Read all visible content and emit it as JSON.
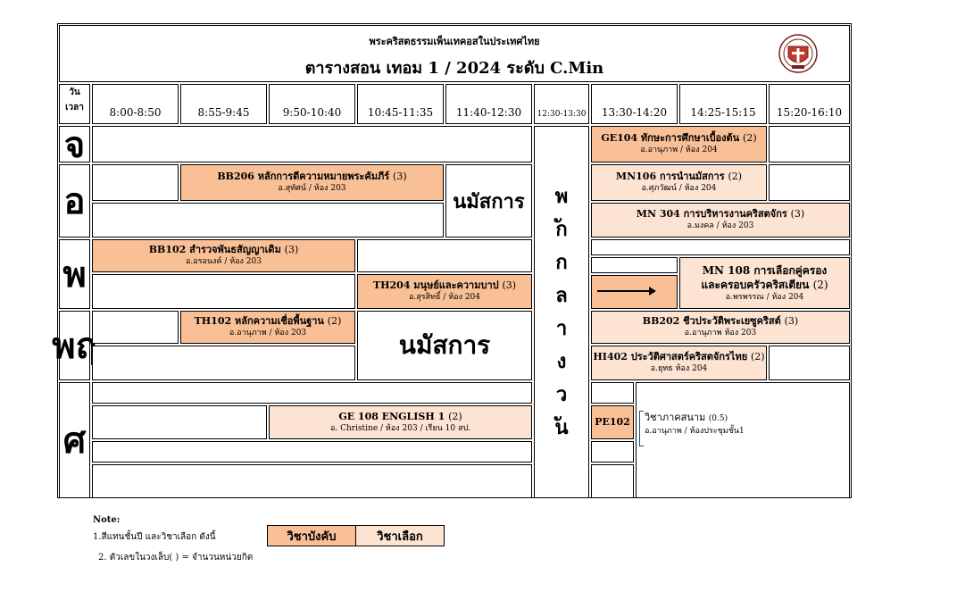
{
  "header": {
    "org": "พระคริสตธรรมเพ็นเทคอสในประเทศไทย",
    "title": "ตารางสอน เทอม 1 / 2024 ระดับ C.Min"
  },
  "corner": {
    "day": "วัน",
    "time": "เวลา"
  },
  "times": [
    "8:00-8:50",
    "8:55-9:45",
    "9:50-10:40",
    "10:45-11:35",
    "11:40-12:30",
    "12:30-13:30",
    "13:30-14:20",
    "14:25-15:15",
    "15:20-16:10"
  ],
  "days": [
    "จ",
    "อ",
    "พ",
    "พฤ",
    "ศ"
  ],
  "lunch": "พักกลางวัน",
  "prayer": [
    "นมัสการ",
    "นมัสการ"
  ],
  "courses": {
    "ge104": {
      "title": "GE104 ทักษะการศึกษาเบื้องต้น",
      "credit": "(2)",
      "teacher": "อ.อานุภาพ  /  ห้อง 204"
    },
    "bb206": {
      "title": "BB206 หลักการตีความหมายพระคัมภีร์",
      "credit": "(3)",
      "teacher": "อ.สุทัศน์  /  ห้อง 203"
    },
    "mn106": {
      "title": "MN106 การนำนมัสการ",
      "credit": "(2)",
      "teacher": "อ.ศุภวัฒน์ / ห้อง 204"
    },
    "mn304": {
      "title": "MN 304 การบริหารงานคริสตจักร",
      "credit": "(3)",
      "teacher": "อ.มงคล  /  ห้อง 203"
    },
    "bb102": {
      "title": "BB102 สำรวจพันธสัญญาเดิม",
      "credit": "(3)",
      "teacher": "อ.อรอนงค์  /  ห้อง 203"
    },
    "th204": {
      "title": "TH204 มนุษย์และความบาป",
      "credit": "(3)",
      "teacher": "อ.สุรสิทธิ์  /  ห้อง 204"
    },
    "mn108": {
      "title": "MN 108 การเลือกคู่ครอง",
      "title2": "และครอบครัวคริสเตียน",
      "credit": "(2)",
      "teacher": "อ.พรพรรณ  / ห้อง 204"
    },
    "th102": {
      "title": "TH102 หลักความเชื่อพื้นฐาน",
      "credit": "(2)",
      "teacher": "อ.อานุภาพ / ห้อง 203"
    },
    "bb202": {
      "title": "BB202  ชีวประวัติพระเยซูคริสต์",
      "credit": "(3)",
      "teacher": "อ.อานุภาพ   ห้อง 203"
    },
    "hi402": {
      "title": "HI402 ประวัติศาสตร์คริสตจักรไทย",
      "credit": "(2)",
      "teacher": "อ.ยุทธ   ห้อง 204"
    },
    "ge108": {
      "title": "GE 108 ENGLISH 1",
      "credit": "(2)",
      "teacher": "อ. Christine / ห้อง 203 / เรียน 10 สป."
    },
    "pe102": {
      "code": "PE102",
      "title": "วิชาภาคสนาม",
      "credit": "(0.5)",
      "teacher": "อ.อานุภาพ / ห้องประชุมชั้น1"
    }
  },
  "notes": {
    "label": "Note:",
    "line1": "1.สีแทนชั้นปี และวิชาเลือก ดังนี้",
    "line2": "2. ตัวเลขในวงเล็บ( ) = จำนวนหน่วยกิต"
  },
  "legend": {
    "required": "วิชาบังคับ",
    "elective": "วิชาเลือก"
  },
  "colors": {
    "required": "#f9c096",
    "elective": "#fce3d2",
    "bracket": "#1f4e79"
  }
}
